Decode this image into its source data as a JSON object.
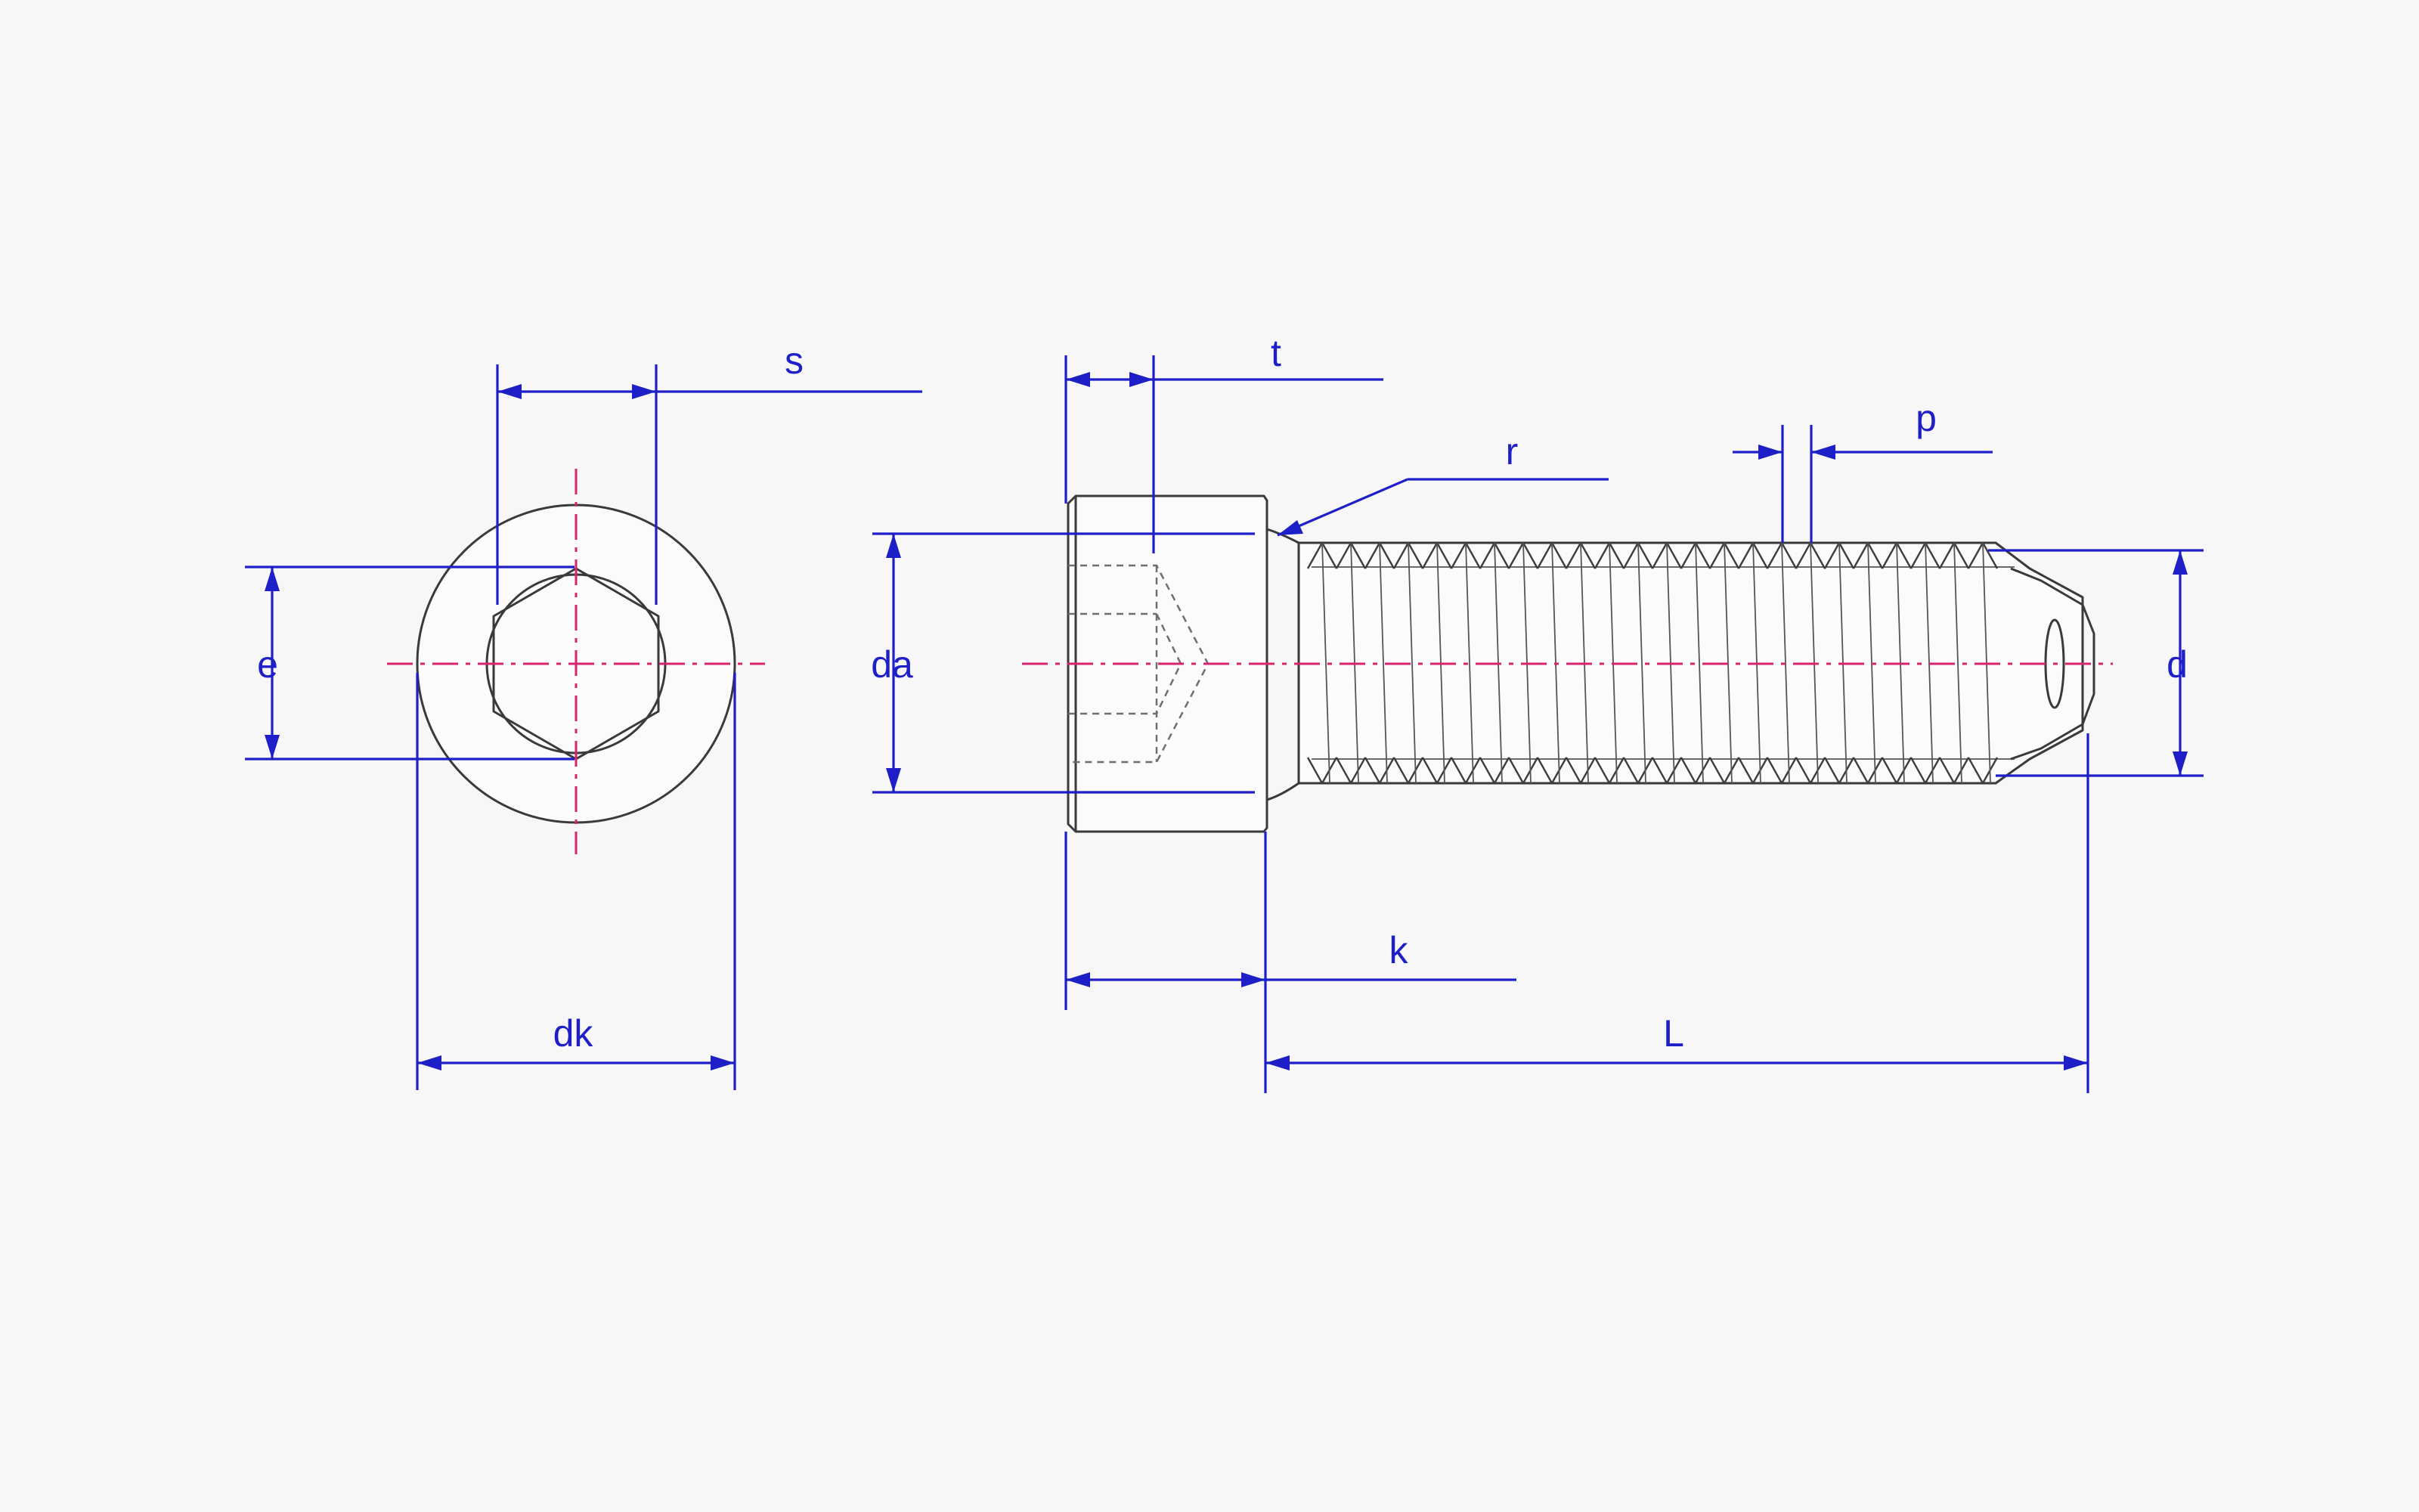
{
  "colors": {
    "background": "#f7f7f7",
    "outline": "#3a3a3a",
    "dimension": "#1f1fc8",
    "centerline": "#d6246e"
  },
  "labels": {
    "s": "s",
    "t": "t",
    "p": "p",
    "r": "r",
    "e": "e",
    "da": "da",
    "d": "d",
    "k": "k",
    "dk": "dk",
    "L": "L"
  }
}
